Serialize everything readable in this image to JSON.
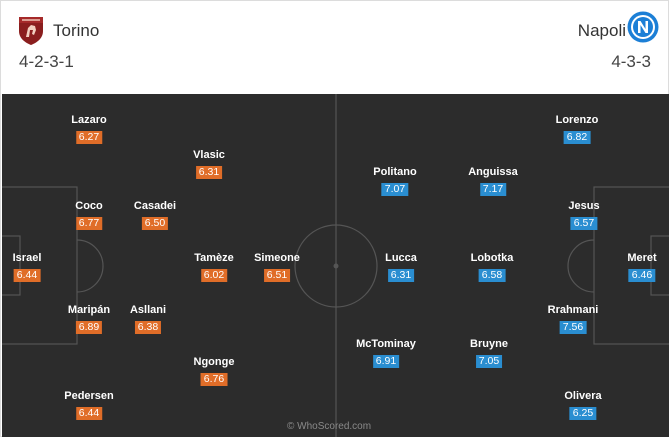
{
  "home": {
    "name": "Torino",
    "formation": "4-2-3-1",
    "crest_icon": "torino-crest-icon",
    "rating_color": "#e06d28",
    "players": [
      {
        "name": "Israel",
        "rating": "6.44"
      },
      {
        "name": "Lazaro",
        "rating": "6.27"
      },
      {
        "name": "Coco",
        "rating": "6.77"
      },
      {
        "name": "Maripán",
        "rating": "6.89"
      },
      {
        "name": "Pedersen",
        "rating": "6.44"
      },
      {
        "name": "Casadei",
        "rating": "6.50"
      },
      {
        "name": "Asllani",
        "rating": "6.38"
      },
      {
        "name": "Vlasic",
        "rating": "6.31"
      },
      {
        "name": "Tamèze",
        "rating": "6.02"
      },
      {
        "name": "Ngonge",
        "rating": "6.76"
      },
      {
        "name": "Simeone",
        "rating": "6.51"
      }
    ]
  },
  "away": {
    "name": "Napoli",
    "formation": "4-3-3",
    "crest_icon": "napoli-crest-icon",
    "rating_color": "#2a8ed1",
    "players": [
      {
        "name": "Meret",
        "rating": "6.46"
      },
      {
        "name": "Lorenzo",
        "rating": "6.82"
      },
      {
        "name": "Jesus",
        "rating": "6.57"
      },
      {
        "name": "Rrahmani",
        "rating": "7.56"
      },
      {
        "name": "Olivera",
        "rating": "6.25"
      },
      {
        "name": "Anguissa",
        "rating": "7.17"
      },
      {
        "name": "Lobotka",
        "rating": "6.58"
      },
      {
        "name": "Bruyne",
        "rating": "7.05"
      },
      {
        "name": "Politano",
        "rating": "7.07"
      },
      {
        "name": "Lucca",
        "rating": "6.31"
      },
      {
        "name": "McTominay",
        "rating": "6.91"
      }
    ]
  },
  "pitch_color": "#2c2c2c",
  "watermark": "© WhoScored.com"
}
